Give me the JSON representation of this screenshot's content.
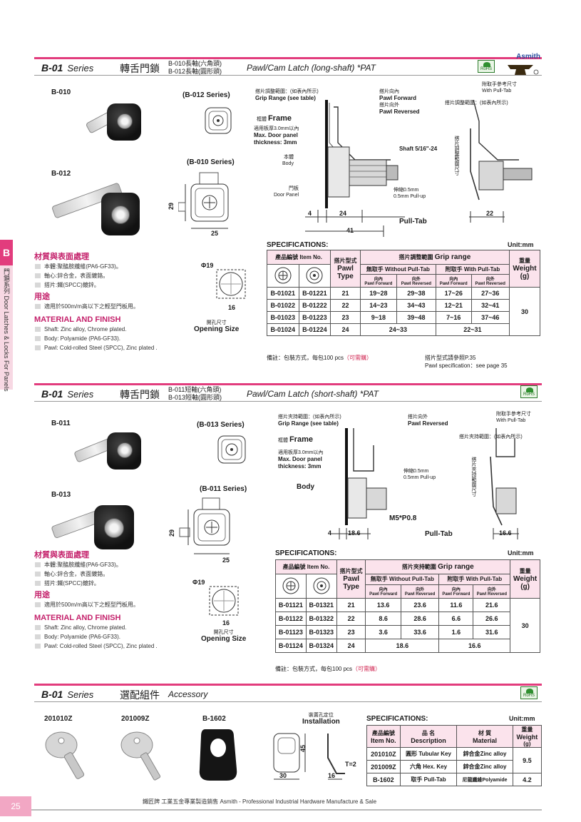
{
  "brand": {
    "logo_text": "Asmith"
  },
  "side_tab": {
    "letter": "B",
    "vertical_text": "門鎖系列 Door Latches & Locks For Panels"
  },
  "section1": {
    "series_code": "B-01",
    "series_word": "Series",
    "cn_title": "轉舌門鎖",
    "sub1": "B-010長軸(六角頭)",
    "sub2": "B-012長軸(圓形頭)",
    "en_title": "Pawl/Cam Latch (long-shaft) *PAT",
    "rohs": "RoHS",
    "prod_labels": [
      "B-010",
      "B-012"
    ],
    "series_labels": [
      "(B-012 Series)",
      "(B-010 Series)"
    ],
    "dims": {
      "d29": "29",
      "d25": "25",
      "d4": "4",
      "d24": "24",
      "d41": "41",
      "d22": "22",
      "phi19": "Φ19",
      "d16": "16"
    },
    "opening_cn": "開孔尺寸",
    "opening_en": "Opening Size",
    "grip_cn": "搭片調整範圍：(如表內所示)",
    "grip_en": "Grip Range (see table)",
    "frame_cn": "框體",
    "frame_en": "Frame",
    "panel_cn": "適用板厚3.0mm以內",
    "panel_en1": "Max. Door panel",
    "panel_en2": "thickness: 3mm",
    "body_cn": "本體",
    "body_en": "Body",
    "door_cn": "門板",
    "door_en": "Door Panel",
    "fwd_cn": "搭片向內",
    "fwd_en": "Pawl Forward",
    "rev_cn": "搭片向外",
    "rev_en": "Pawl Reversed",
    "grip2_cn": "搭片調整範圍：(如表內所示)",
    "pulltab_cn": "附取手參考尺寸",
    "pulltab_en": "With Pull-Tab",
    "shaft": "Shaft 5/16\"-24",
    "pullup_cn": "伸縮0.5mm",
    "pullup_en": "0.5mm Pull-up",
    "pulltab_label": "Pull-Tab",
    "vert_dim": "搭片調整範圍尺寸",
    "spec_title": "SPECIFICATIONS:",
    "unit": "Unit:mm",
    "table": {
      "h_item_cn": "產品編號",
      "h_item_en": "Item No.",
      "h_pawl_cn": "搭片型式",
      "h_pawl_en1": "Pawl",
      "h_pawl_en2": "Type",
      "h_grip_cn": "搭片調整範圍",
      "h_grip_en": "Grip range",
      "h_wo_cn": "無取手",
      "h_wo_en": "Without Pull-Tab",
      "h_w_cn": "附取手",
      "h_w_en": "With Pull-Tab",
      "h_in_cn": "向內",
      "h_out_cn": "向外",
      "h_fwd": "Pawl Forward",
      "h_rev": "Pawl Reversed",
      "h_wt_cn": "重量",
      "h_wt_en": "Weight",
      "h_wt_unit": "(g)",
      "rows": [
        {
          "a": "B-01021",
          "b": "B-01221",
          "t": "21",
          "c1": "19~28",
          "c2": "29~38",
          "c3": "17~26",
          "c4": "27~36"
        },
        {
          "a": "B-01022",
          "b": "B-01222",
          "t": "22",
          "c1": "14~23",
          "c2": "34~43",
          "c3": "12~21",
          "c4": "32~41"
        },
        {
          "a": "B-01023",
          "b": "B-01223",
          "t": "23",
          "c1": "9~18",
          "c2": "39~48",
          "c3": "7~16",
          "c4": "37~46"
        },
        {
          "a": "B-01024",
          "b": "B-01224",
          "t": "24",
          "m1": "24~33",
          "m2": "22~31"
        }
      ],
      "weight": "30"
    },
    "note_cn": "備註：包裝方式，每包100 pcs",
    "note_red": "（可需購）",
    "pawl_spec_cn": "搭片型式請參照P.35",
    "pawl_spec_en": "Pawl specification：see page 35",
    "mat": {
      "h1": "材質與表面處理",
      "i1": "本體:聚醯胺纖維(PA6-GF33)。",
      "i2": "軸心:鋅合金，表面鍍鉻。",
      "i3": "搭片:鐵(SPCC)鍍鋅。",
      "h2": "用途",
      "i4": "適用於500m/m高以下之輕型門板用。",
      "h3": "MATERIAL AND FINISH",
      "i5": "Shaft: Zinc alloy, Chrome plated.",
      "i6": "Body: Polyamide (PA6-GF33).",
      "i7": "Pawl: Cold-rolled Steel (SPCC), Zinc plated ."
    }
  },
  "section2": {
    "series_code": "B-01",
    "series_word": "Series",
    "cn_title": "轉舌門鎖",
    "sub1": "B-011短軸(六角頭)",
    "sub2": "B-013短軸(圓形頭)",
    "en_title": "Pawl/Cam Latch (short-shaft) *PAT",
    "rohs": "RoHS",
    "prod_labels": [
      "B-011",
      "B-013"
    ],
    "series_labels": [
      "(B-013 Series)",
      "(B-011 Series)"
    ],
    "dims": {
      "d29": "29",
      "d25": "25",
      "d4": "4",
      "d186": "18.6",
      "d166": "16.6",
      "phi19": "Φ19",
      "d16": "16"
    },
    "opening_cn": "開孔尺寸",
    "opening_en": "Opening Size",
    "grip_cn": "搭片夾持範圍：(如表內所示)",
    "grip_en": "Grip Range (see table)",
    "frame_cn": "框體",
    "frame_en": "Frame",
    "panel_cn": "適用板厚3.0mm以內",
    "panel_en1": "Max. Door panel",
    "panel_en2": "thickness: 3mm",
    "body_en": "Body",
    "rev_cn": "搭片向外",
    "rev_en": "Pawl Reversed",
    "grip2_cn": "搭片夾持範圍：(如表內所示)",
    "pulltab_cn": "附取手參考尺寸",
    "pulltab_en": "With Pull-Tab",
    "pullup_cn": "伸縮0.5mm",
    "pullup_en": "0.5mm Pull-up",
    "m5": "M5*P0.8",
    "pulltab_label": "Pull-Tab",
    "vert_dim": "搭片夾持範圍尺寸",
    "spec_title": "SPECIFICATIONS:",
    "unit": "Unit:mm",
    "table": {
      "h_item_cn": "產品編號",
      "h_item_en": "Item No.",
      "h_pawl_cn": "搭片型式",
      "h_pawl_en1": "Pawl",
      "h_pawl_en2": "Type",
      "h_grip_cn": "搭片夾持範圍",
      "h_grip_en": "Grip range",
      "h_wo_cn": "無取手",
      "h_wo_en": "Without Pull-Tab",
      "h_w_cn": "附取手",
      "h_w_en": "With Pull-Tab",
      "h_in_cn": "向內",
      "h_out_cn": "向外",
      "h_fwd": "Pawl Forward",
      "h_rev": "Pawl Reversed",
      "h_wt_cn": "重量",
      "h_wt_en": "Weight",
      "h_wt_unit": "(g)",
      "rows": [
        {
          "a": "B-01121",
          "b": "B-01321",
          "t": "21",
          "c1": "13.6",
          "c2": "23.6",
          "c3": "11.6",
          "c4": "21.6"
        },
        {
          "a": "B-01122",
          "b": "B-01322",
          "t": "22",
          "c1": "8.6",
          "c2": "28.6",
          "c3": "6.6",
          "c4": "26.6"
        },
        {
          "a": "B-01123",
          "b": "B-01323",
          "t": "23",
          "c1": "3.6",
          "c2": "33.6",
          "c3": "1.6",
          "c4": "31.6"
        },
        {
          "a": "B-01124",
          "b": "B-01324",
          "t": "24",
          "m1": "18.6",
          "m2": "16.6"
        }
      ],
      "weight": "30"
    },
    "note_cn": "備註：包裝方式，每包100 pcs",
    "note_red": "（可需購）",
    "mat": {
      "h1": "材質與表面處理",
      "i1": "本體:聚醯胺纖維(PA6-GF33)。",
      "i2": "軸心:鋅合金，表面鍍鉻。",
      "i3": "搭片:鐵(SPCC)鍍鋅。",
      "h2": "用途",
      "i4": "適用於500m/m高以下之輕型門板用。",
      "h3": "MATERIAL AND FINISH",
      "i5": "Shaft: Zinc alloy, Chrome plated.",
      "i6": "Body: Polyamide (PA6-GF33).",
      "i7": "Pawl: Cold-rolled Steel (SPCC), Zinc plated ."
    }
  },
  "section3": {
    "series_code": "B-01",
    "series_word": "Series",
    "cn_title": "選配組件",
    "en_title": "Accessory",
    "rohs": "RoHS",
    "prod_labels": [
      "201010Z",
      "201009Z",
      "B-1602"
    ],
    "install_cn": "裝置孔定位",
    "install_en": "Installation",
    "dims": {
      "d45": "45",
      "d30": "30",
      "d16": "16",
      "t2": "T=2"
    },
    "spec_title": "SPECIFICATIONS:",
    "unit": "Unit:mm",
    "table": {
      "h_item_cn": "產品編號",
      "h_item_en": "Item No.",
      "h_desc_cn": "品 名",
      "h_desc_en": "Description",
      "h_mat_cn": "材 質",
      "h_mat_en": "Material",
      "h_wt_cn": "重量",
      "h_wt_en": "Weight",
      "h_wt_unit": "(g)",
      "rows": [
        {
          "a": "201010Z",
          "d_cn": "圓形",
          "d_en": "Tubular Key",
          "m_cn": "鋅合金",
          "m_en": "Zinc alloy",
          "w": "9.5"
        },
        {
          "a": "201009Z",
          "d_cn": "六角",
          "d_en": "Hex. Key",
          "m_cn": "鋅合金",
          "m_en": "Zinc alloy",
          "w": ""
        },
        {
          "a": "B-1602",
          "d_cn": "取手",
          "d_en": "Pull-Tab",
          "m_cn": "尼龍纖維",
          "m_en": "Polyamide",
          "w": "4.2"
        }
      ]
    }
  },
  "footer": {
    "page": "25",
    "text": "鐵匠牌 工業五金專業製造銷售 Asmith - Professional Industrial Hardware Manufacture & Sale"
  },
  "colors": {
    "accent": "#e23c7d",
    "table_head": "#fbe3ec",
    "note_red": "#d22a55"
  }
}
